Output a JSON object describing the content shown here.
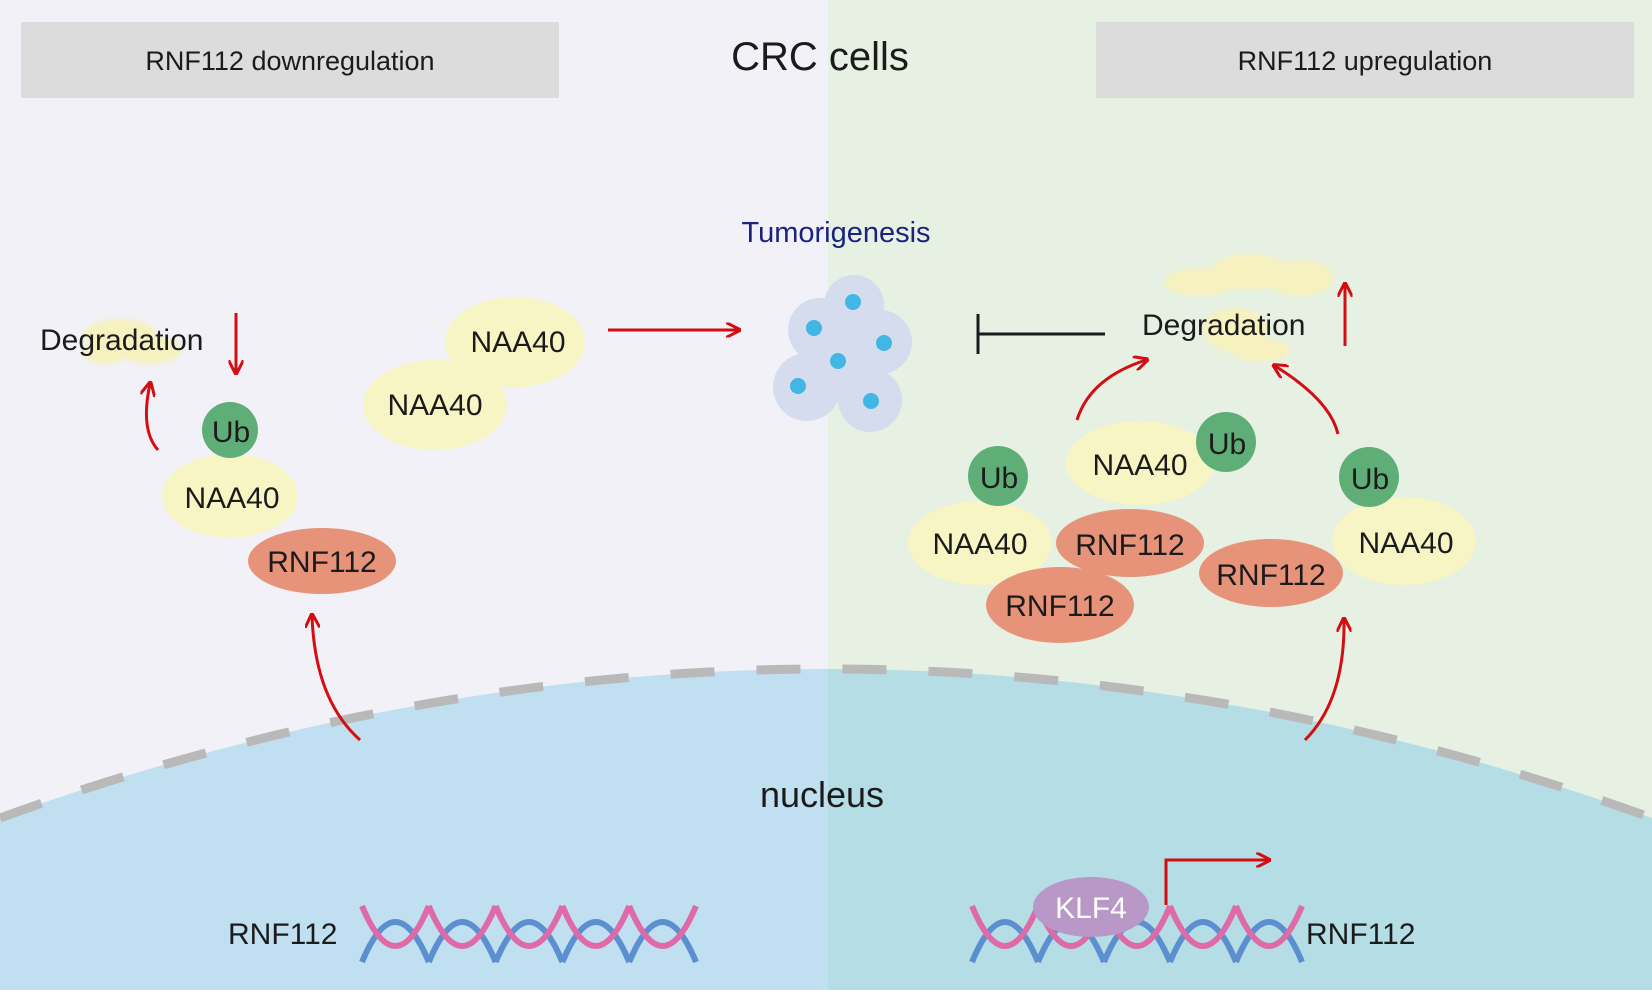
{
  "title": "CRC cells",
  "left_panel": {
    "header": "RNF112 downregulation",
    "degradation_label": "Degradation",
    "degradation_trend": "down",
    "ub_label": "Ub",
    "complex_naa40": "NAA40",
    "complex_rnf112": "RNF112",
    "free_naa40": [
      "NAA40",
      "NAA40"
    ],
    "gene_label": "RNF112"
  },
  "center": {
    "outcome_label": "Tumorigenesis",
    "nucleus_label": "nucleus"
  },
  "right_panel": {
    "header": "RNF112 upregulation",
    "degradation_label": "Degradation",
    "degradation_trend": "up",
    "complexes": [
      {
        "ub": "Ub",
        "naa40": "NAA40",
        "rnf112": "RNF112"
      },
      {
        "ub": "Ub",
        "naa40": "NAA40",
        "rnf112": "RNF112"
      },
      {
        "ub": "Ub",
        "naa40": "NAA40",
        "rnf112": "RNF112"
      }
    ],
    "transcription_factor": "KLF4",
    "gene_label": "RNF112"
  },
  "colors": {
    "left_bg": "#f1f1f7",
    "right_bg": "#e6f1e4",
    "header_box": "#dcdcdc",
    "nucleus_left": "#c0dff0",
    "nucleus_right": "#b5dde5",
    "naa40": "#f8f5c4",
    "rnf112": "#e6937a",
    "ub": "#5fae78",
    "klf4": "#b998c8",
    "arrow": "#d40d12",
    "dna_blue": "#5b8fcf",
    "dna_pink": "#df6aa8",
    "tumor_cell": "#d5dcee",
    "tumor_nucleus": "#42b6e4",
    "tumorigenesis_text": "#1a237e",
    "membrane": "#b9b9b9"
  }
}
